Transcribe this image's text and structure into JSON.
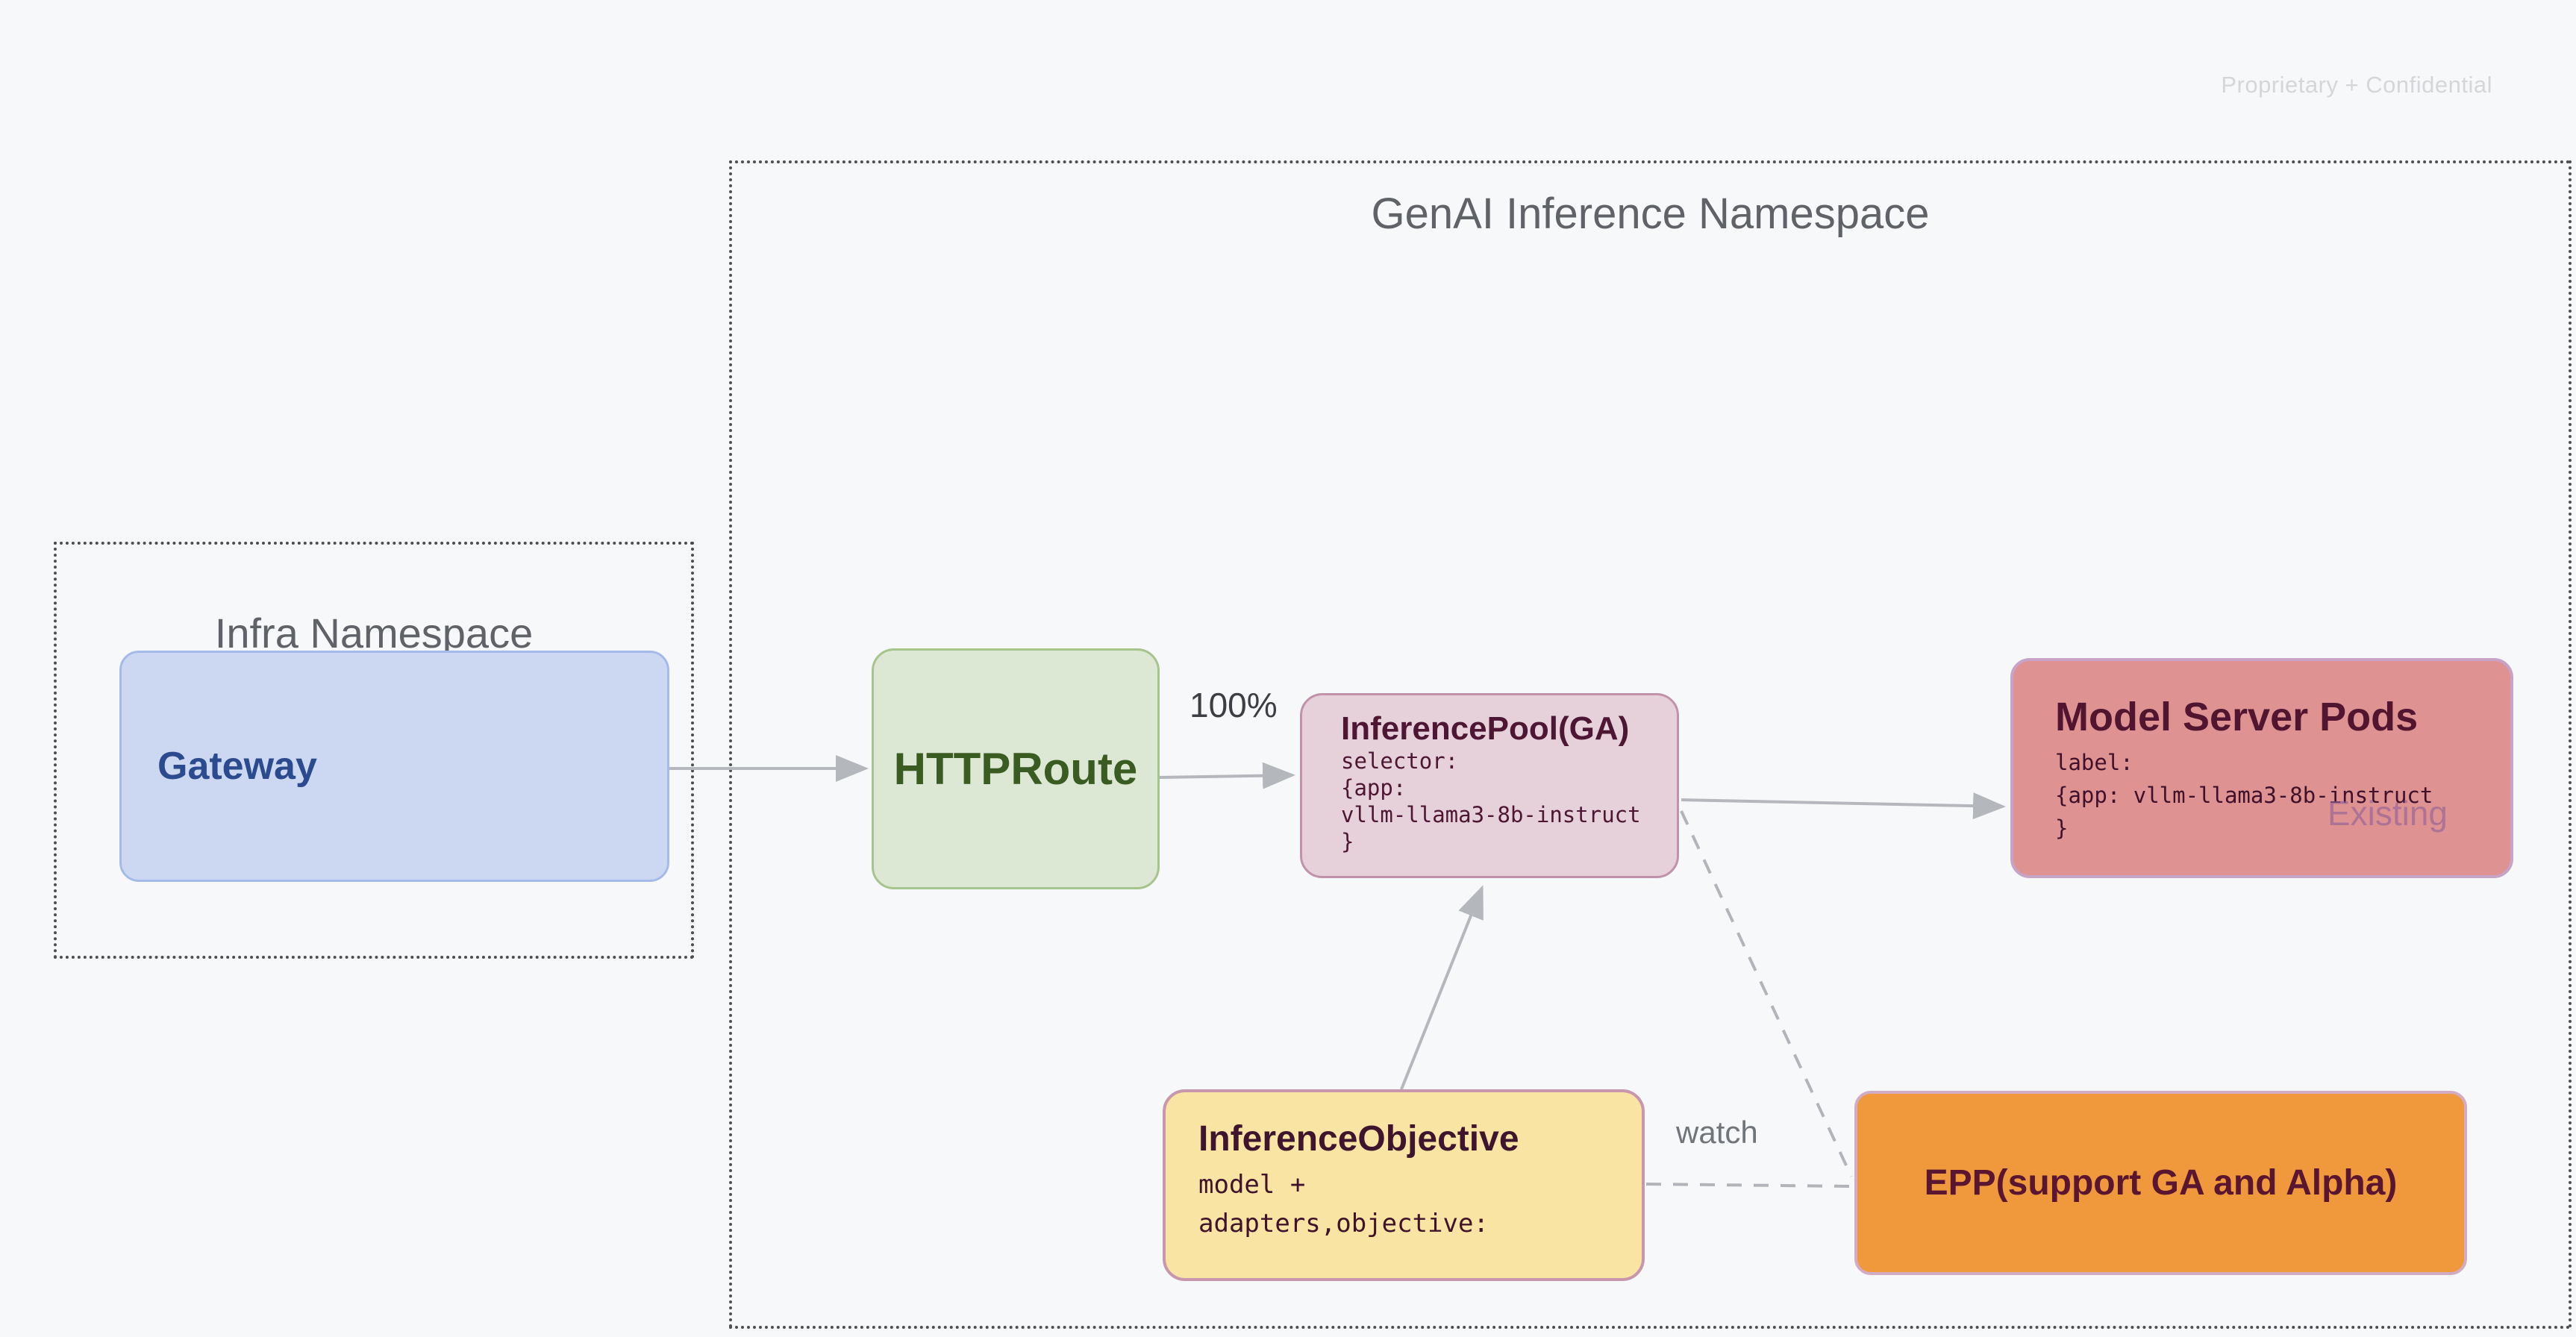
{
  "page": {
    "watermark": "Proprietary + Confidential",
    "background_color": "#f7f8fa"
  },
  "namespaces": {
    "genai": {
      "title": "GenAI Inference Namespace"
    },
    "infra": {
      "title": "Infra Namespace"
    }
  },
  "nodes": {
    "gateway": {
      "label": "Gateway",
      "fill": "#ccd8f2",
      "border": "#a6baea",
      "text_color": "#2c4a8e"
    },
    "httproute": {
      "label": "HTTPRoute",
      "fill": "#dce8d3",
      "border": "#a6c48d",
      "text_color": "#3a5c22"
    },
    "inference_pool": {
      "title": "InferencePool(GA)",
      "code": "selector:\n{app:\nvllm-llama3-8b-instruct\n}",
      "fill": "#e6d1db",
      "border": "#c192aa",
      "text_color": "#4d1633"
    },
    "model_server_pods": {
      "title": "Model Server Pods",
      "code": "label:\n{app: vllm-llama3-8b-instruct\n}",
      "tag": "Existing",
      "fill": "#de9392",
      "border": "#c7a3c7",
      "text_color": "#52152f"
    },
    "inference_objective": {
      "title": "InferenceObjective",
      "code": "model +\nadapters,objective:",
      "fill": "#fae4a4",
      "border": "#c897ae",
      "text_color": "#3f142e"
    },
    "epp": {
      "label": "EPP(support GA and Alpha)",
      "fill": "#f0993c",
      "border": "#d2abc4",
      "text_color": "#5a1530"
    }
  },
  "edges": {
    "httproute_to_pool_weight": "100%",
    "epp_watch_label": "watch",
    "arrow_color": "#b4b7bb"
  }
}
